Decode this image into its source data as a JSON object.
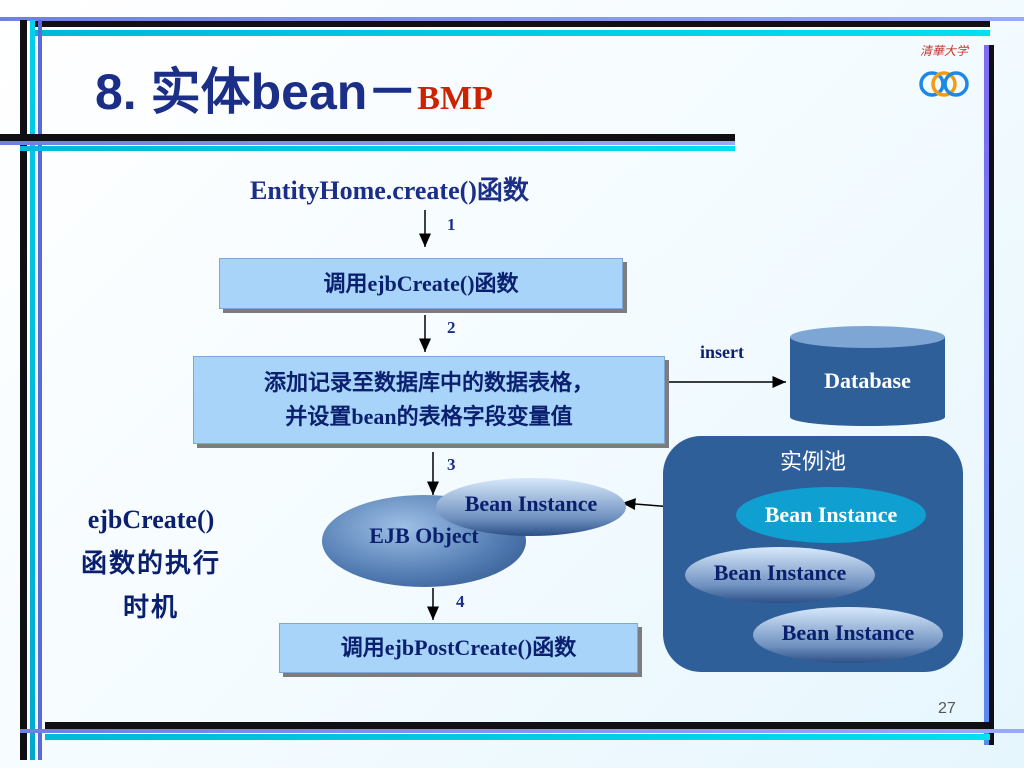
{
  "slide": {
    "title_main": "8. 实体bean－",
    "title_sub": "BMP",
    "logo_text": "清華大学",
    "page_number": "27"
  },
  "diagram": {
    "heading": "EntityHome.create()函数",
    "steps": [
      "1",
      "2",
      "3",
      "4"
    ],
    "box1": "调用ejbCreate()函数",
    "box2_line1": "添加记录至数据库中的数据表格，",
    "box2_line2": "并设置bean的表格字段变量值",
    "box3": "调用ejbPostCreate()函数",
    "insert_label": "insert",
    "database_label": "Database",
    "ejb_object_label": "EJB Object",
    "bean_instance_label": "Bean Instance",
    "pool_label": "实例池",
    "pool_instances": [
      "Bean Instance",
      "Bean Instance",
      "Bean Instance"
    ],
    "side_line1": "ejbCreate()",
    "side_line2": "函数的执行",
    "side_line3": "时机"
  },
  "colors": {
    "title_blue": "#1b2e88",
    "title_red": "#cc2200",
    "box_fill": "#a8d4fa",
    "pool_fill": "#2f5f99",
    "bar_cyan": "#00c8e0",
    "bar_purple": "#7f6df0"
  }
}
